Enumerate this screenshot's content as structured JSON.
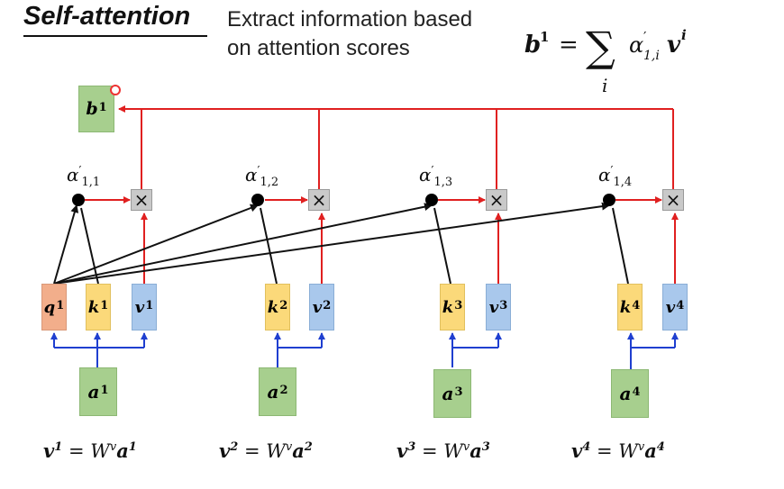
{
  "header": {
    "title": "Self-attention",
    "subtitle_line1": "Extract information based",
    "subtitle_line2": "on attention scores"
  },
  "formula": {
    "lhs": "b",
    "lhs_sup": "1",
    "equals": "=",
    "sum_symbol": "∑",
    "sum_index": "i",
    "alpha": "α",
    "alpha_prime": "′",
    "alpha_sub": "1,i",
    "v": "v",
    "v_sup": "i"
  },
  "output": {
    "symbol": "b",
    "sup": "1"
  },
  "columns": [
    {
      "input": {
        "symbol": "a",
        "sup": "1"
      },
      "query": {
        "symbol": "q",
        "sup": "1"
      },
      "key": {
        "symbol": "k",
        "sup": "1"
      },
      "value": {
        "symbol": "v",
        "sup": "1"
      },
      "score": {
        "symbol": "α",
        "prime": "′",
        "sub": "1,1"
      },
      "equation": {
        "lhs": "v",
        "lhs_sup": "1",
        "eq": "=",
        "w": "W",
        "w_sup": "v",
        "rhs": "a",
        "rhs_sup": "1"
      }
    },
    {
      "input": {
        "symbol": "a",
        "sup": "2"
      },
      "key": {
        "symbol": "k",
        "sup": "2"
      },
      "value": {
        "symbol": "v",
        "sup": "2"
      },
      "score": {
        "symbol": "α",
        "prime": "′",
        "sub": "1,2"
      },
      "equation": {
        "lhs": "v",
        "lhs_sup": "2",
        "eq": "=",
        "w": "W",
        "w_sup": "v",
        "rhs": "a",
        "rhs_sup": "2"
      }
    },
    {
      "input": {
        "symbol": "a",
        "sup": "3"
      },
      "key": {
        "symbol": "k",
        "sup": "3"
      },
      "value": {
        "symbol": "v",
        "sup": "3"
      },
      "score": {
        "symbol": "α",
        "prime": "′",
        "sub": "1,3"
      },
      "equation": {
        "lhs": "v",
        "lhs_sup": "3",
        "eq": "=",
        "w": "W",
        "w_sup": "v",
        "rhs": "a",
        "rhs_sup": "3"
      }
    },
    {
      "input": {
        "symbol": "a",
        "sup": "4"
      },
      "key": {
        "symbol": "k",
        "sup": "4"
      },
      "value": {
        "symbol": "v",
        "sup": "4"
      },
      "score": {
        "symbol": "α",
        "prime": "′",
        "sub": "1,4"
      },
      "equation": {
        "lhs": "v",
        "lhs_sup": "4",
        "eq": "=",
        "w": "W",
        "w_sup": "v",
        "rhs": "a",
        "rhs_sup": "4"
      }
    }
  ],
  "multiply_symbol": "×",
  "colors": {
    "value_path": "#e02020",
    "input_path": "#1f3fd0",
    "score_path": "#111111",
    "input_box": "#a7cf8e",
    "query_box": "#f2ae8b",
    "key_box": "#fbd97a",
    "value_box": "#a9c8ec"
  }
}
